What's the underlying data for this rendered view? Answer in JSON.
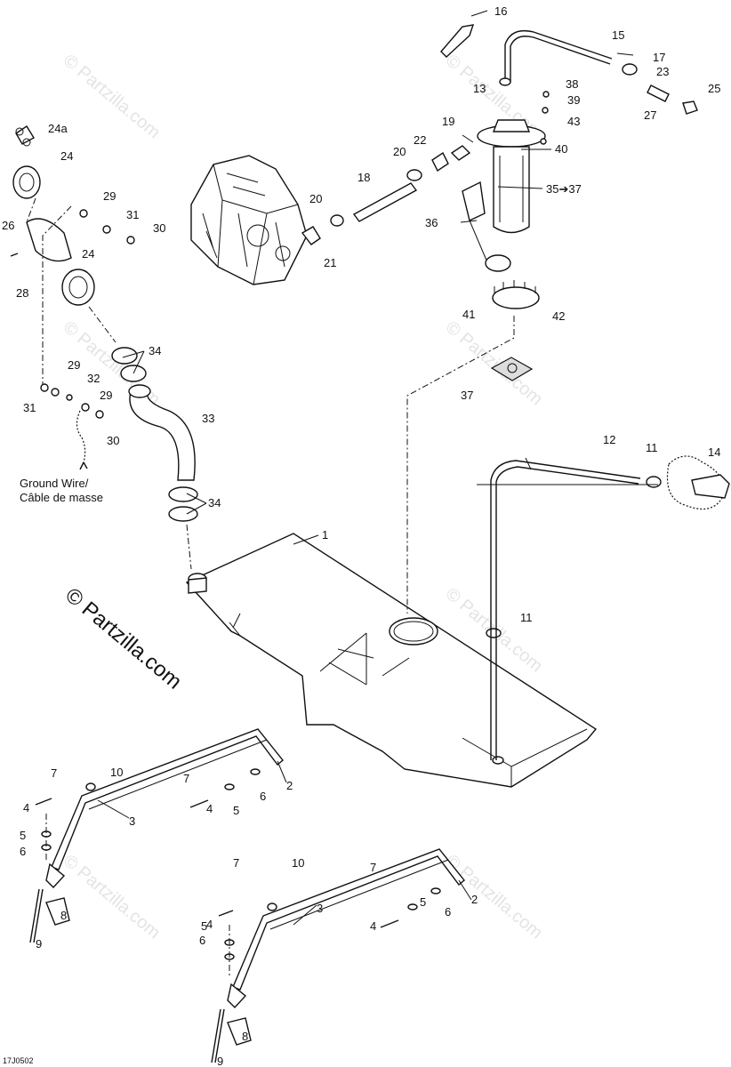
{
  "labels": [
    {
      "text": "1"
    },
    {
      "text": "2"
    },
    {
      "text": "2"
    },
    {
      "text": "3"
    },
    {
      "text": "3"
    },
    {
      "text": "4"
    },
    {
      "text": "4"
    },
    {
      "text": "4"
    },
    {
      "text": "4"
    },
    {
      "text": "5"
    },
    {
      "text": "5"
    },
    {
      "text": "5"
    },
    {
      "text": "5"
    },
    {
      "text": "6"
    },
    {
      "text": "6"
    },
    {
      "text": "6"
    },
    {
      "text": "6"
    },
    {
      "text": "7"
    },
    {
      "text": "7"
    },
    {
      "text": "7"
    },
    {
      "text": "7"
    },
    {
      "text": "8"
    },
    {
      "text": "8"
    },
    {
      "text": "9"
    },
    {
      "text": "9"
    },
    {
      "text": "10"
    },
    {
      "text": "10"
    },
    {
      "text": "11"
    },
    {
      "text": "11"
    },
    {
      "text": "12"
    },
    {
      "text": "13"
    },
    {
      "text": "14"
    },
    {
      "text": "15"
    },
    {
      "text": "16"
    },
    {
      "text": "17"
    },
    {
      "text": "18"
    },
    {
      "text": "19"
    },
    {
      "text": "20"
    },
    {
      "text": "20"
    },
    {
      "text": "21"
    },
    {
      "text": "22"
    },
    {
      "text": "23"
    },
    {
      "text": "24a"
    },
    {
      "text": "24"
    },
    {
      "text": "24"
    },
    {
      "text": "25"
    },
    {
      "text": "26"
    },
    {
      "text": "27"
    },
    {
      "text": "28"
    },
    {
      "text": "29"
    },
    {
      "text": "29"
    },
    {
      "text": "29"
    },
    {
      "text": "30"
    },
    {
      "text": "30"
    },
    {
      "text": "31"
    },
    {
      "text": "31"
    },
    {
      "text": "32"
    },
    {
      "text": "33"
    },
    {
      "text": "34"
    },
    {
      "text": "34"
    },
    {
      "text": "35➔37"
    },
    {
      "text": "36"
    },
    {
      "text": "37"
    },
    {
      "text": "38"
    },
    {
      "text": "39"
    },
    {
      "text": "40"
    },
    {
      "text": "41"
    },
    {
      "text": "42"
    },
    {
      "text": "43"
    }
  ],
  "ground_wire_label": [
    "Ground Wire/",
    "Câble de masse"
  ],
  "watermark_text": "© Partzilla.com",
  "drawing_code": "17J0502",
  "colors": {
    "line": "#111111",
    "watermark": "#e4e4e4",
    "background": "#ffffff"
  }
}
